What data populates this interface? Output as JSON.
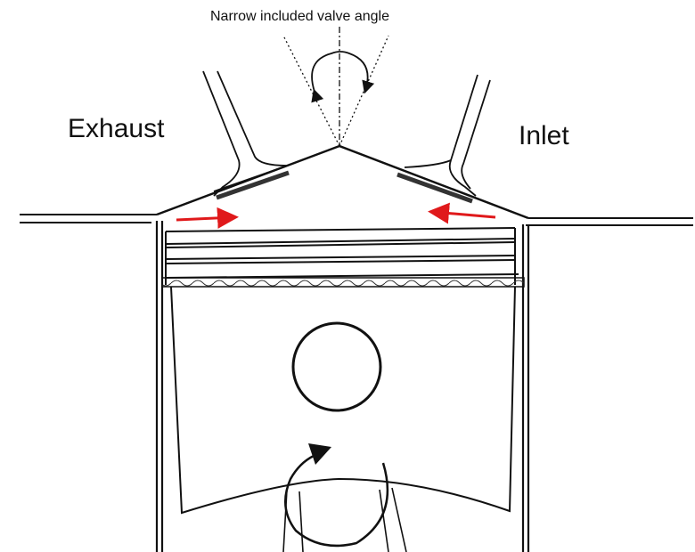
{
  "diagram": {
    "title": "Narrow included valve angle",
    "left_label": "Exhaust",
    "right_label": "Inlet"
  },
  "colors": {
    "line": "#111111",
    "arrow": "#e0191b",
    "background": "#ffffff"
  }
}
